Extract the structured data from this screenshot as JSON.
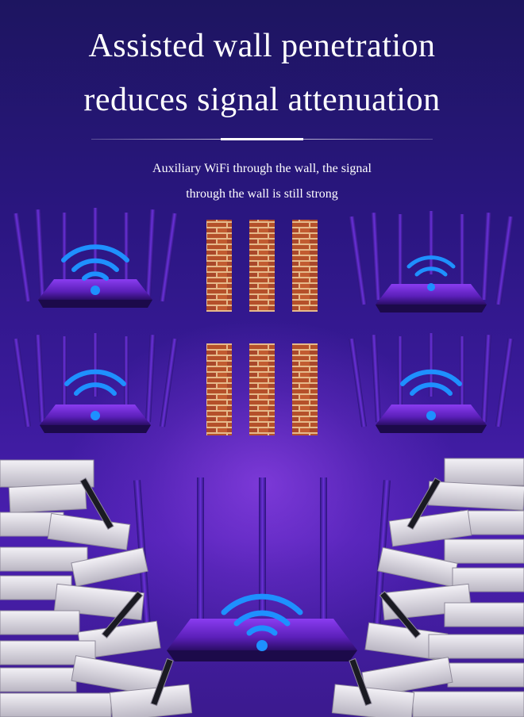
{
  "headline": {
    "line1": "Assisted wall penetration",
    "line2": "reduces signal attenuation"
  },
  "subtitle": {
    "line1": "Auxiliary WiFi through the wall, the signal",
    "line2": "through the wall is still strong"
  },
  "colors": {
    "background_top": "#1d1560",
    "background_bottom": "#4a1fb0",
    "wifi_blue": "#1e90ff",
    "brick": "#b5502a",
    "mortar": "#e6b98a",
    "rubble": "#d9d6df"
  },
  "icons": [
    "wifi-icon",
    "router",
    "brick-wall",
    "rubble"
  ]
}
